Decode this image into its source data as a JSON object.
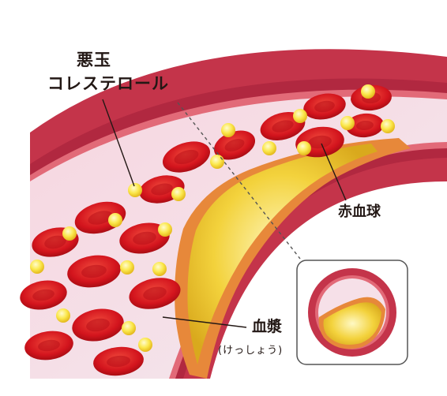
{
  "labels": {
    "bad_cholesterol_line1": "悪玉",
    "bad_cholesterol_line2": "コレステロール",
    "red_blood_cell": "赤血球",
    "plasma": "血漿",
    "plasma_reading": "(けっしょう)"
  },
  "colors": {
    "vessel_wall": "#c4344a",
    "vessel_wall_dark": "#9e2236",
    "vessel_wall_inner": "#e05a66",
    "plasma": "#f6e0e8",
    "plaque": "#f3d23c",
    "plaque_edge": "#e7883a",
    "red_blood_cell": "#d3141d",
    "cholesterol_particle": "#fbe84d",
    "text": "#231815"
  }
}
